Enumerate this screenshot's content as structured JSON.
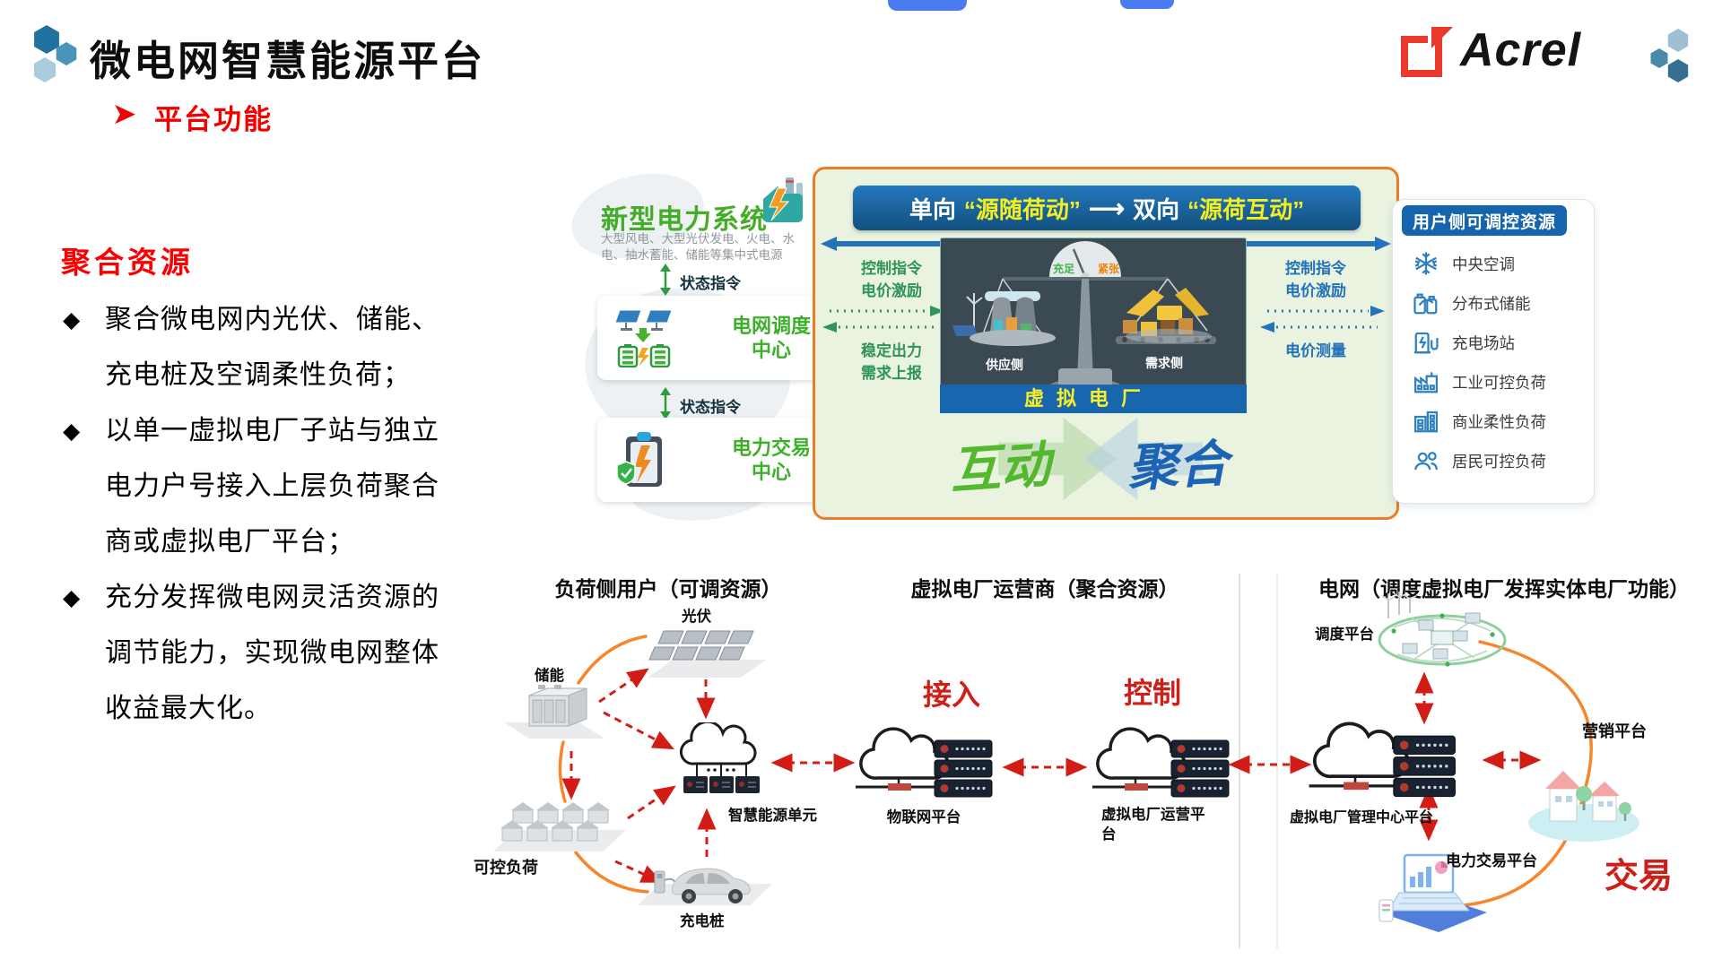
{
  "page": {
    "title": "微电网智慧能源平台",
    "subtitle_marker": "➤",
    "subtitle": "平台功能",
    "brand": "Acrel"
  },
  "left_panel": {
    "heading": "聚合资源",
    "bullet_marker": "◆",
    "bullets": [
      "聚合微电网内光伏、储能、充电桩及空调柔性负荷；",
      "以单一虚拟电厂子站与独立电力户号接入上层负荷聚合商或虚拟电厂平台；",
      "充分发挥微电网灵活资源的调节能力，实现微电网整体收益最大化。"
    ]
  },
  "upper": {
    "source": {
      "title": "新型电力系统",
      "desc": "大型风电、大型光伏发电、火电、水电、抽水蓄能、储能等集中式电源",
      "link1": "状态指令",
      "box1": "电网调度中心",
      "link2": "状态指令",
      "box2": "电力交易中心"
    },
    "panel": {
      "banner": {
        "left_prefix": "单向",
        "left_quote": "“源随荷动”",
        "arrow": "⟶",
        "right_prefix": "双向",
        "right_quote": "“源荷互动”"
      },
      "left_flow": {
        "line1": "控制指令",
        "line2": "电价激励",
        "line3": "稳定出力",
        "line4": "需求上报"
      },
      "right_flow": {
        "line1": "控制指令",
        "line2": "电价激励",
        "line3": "电价测量"
      },
      "scale": {
        "gauge_left": "充足",
        "gauge_right": "紧张",
        "supply": "供应侧",
        "demand": "需求侧",
        "caption": "虚拟电厂"
      },
      "bottom": {
        "left_word": "互动",
        "right_word": "聚合"
      }
    },
    "resources": {
      "header": "用户侧可调控资源",
      "items": [
        {
          "icon": "snowflake-icon",
          "label": "中央空调"
        },
        {
          "icon": "battery-icon",
          "label": "分布式储能"
        },
        {
          "icon": "charging-station-icon",
          "label": "充电场站"
        },
        {
          "icon": "factory-icon",
          "label": "工业可控负荷"
        },
        {
          "icon": "commercial-building-icon",
          "label": "商业柔性负荷"
        },
        {
          "icon": "residents-icon",
          "label": "居民可控负荷"
        }
      ]
    }
  },
  "bottom": {
    "sections": [
      {
        "title": "负荷侧用户（可调资源）"
      },
      {
        "title": "虚拟电厂运营商（聚合资源）"
      },
      {
        "title": "电网（调度虚拟电厂发挥实体电厂功能）"
      }
    ],
    "nodes": {
      "pv": "光伏",
      "storage": "储能",
      "load": "可控负荷",
      "charger": "充电桩",
      "energy_unit": "智慧能源单元",
      "iot": "物联网平台",
      "vpp_op": "虚拟电厂运营平台",
      "vpp_mgmt": "虚拟电厂管理中心平台",
      "dispatch": "调度平台",
      "marketing": "营销平台",
      "trading": "电力交易平台"
    },
    "flows": {
      "access": "接入",
      "control": "控制",
      "trade": "交易"
    }
  },
  "colors": {
    "accent_orange": "#ec7d26",
    "panel_green": "#e9f3e0",
    "banner_blue": "#1766ae",
    "highlight_yellow": "#f3ef20",
    "brand_red": "#e8392f",
    "flow_label_red": "#cf1d17",
    "dashed_arrow_red": "#d21d17",
    "title_green": "#43ad27",
    "flow_blue": "#2273b8"
  }
}
